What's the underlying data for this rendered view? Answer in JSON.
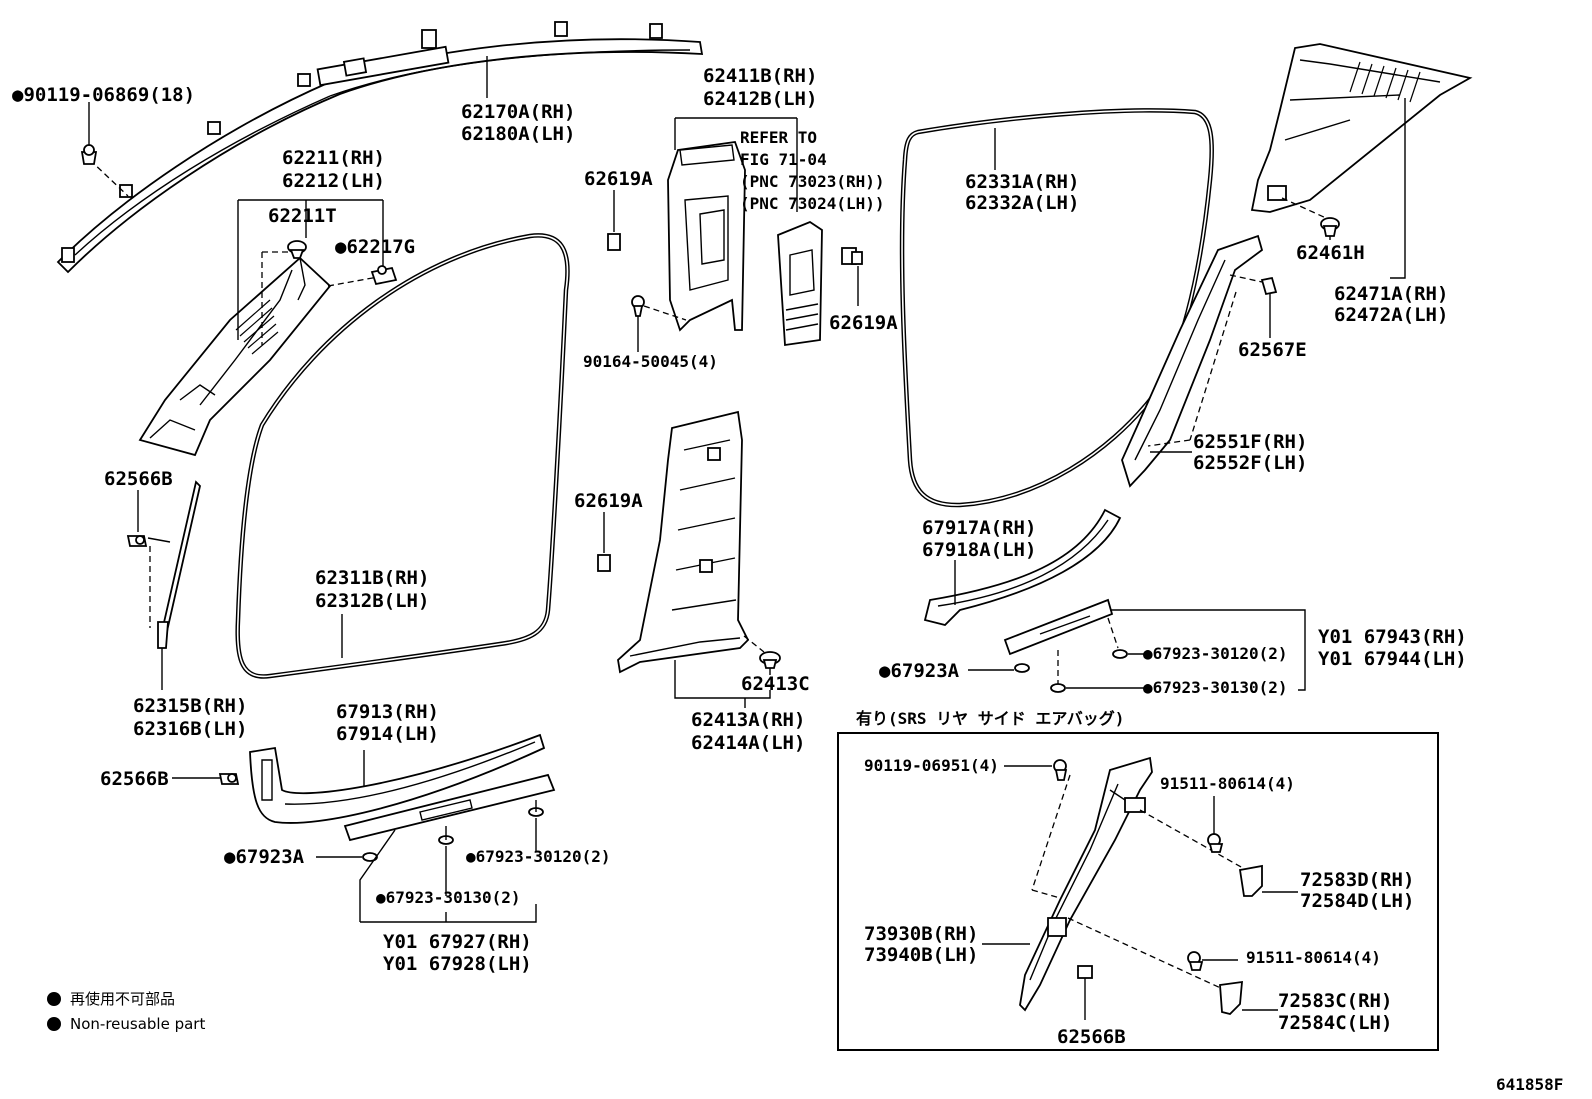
{
  "diagram": {
    "labels": {
      "a_pillar_screw": "●90119-06869(18)",
      "roof_side_airbag_rh": "62170A(RH)",
      "roof_side_airbag_lh": "62180A(LH)",
      "front_pillar_garnish_rh": "62211(RH)",
      "front_pillar_garnish_lh": "62212(LH)",
      "front_pillar_clip_t": "62211T",
      "front_pillar_clip_g": "●62217G",
      "clip_62566b_upper": "62566B",
      "front_door_weatherstrip_rh": "62311B(RH)",
      "front_door_weatherstrip_lh": "62312B(LH)",
      "front_pillar_lower_rh": "62315B(RH)",
      "front_pillar_lower_lh": "62316B(LH)",
      "center_pillar_upper_rh": "62411B(RH)",
      "center_pillar_upper_lh": "62412B(LH)",
      "refer_line1": "REFER TO",
      "refer_line2": "FIG 71-04",
      "refer_line3": "(PNC 73023(RH))",
      "refer_line4": "(PNC 73024(LH))",
      "clip_62619a_upper": "62619A",
      "clip_62619a_right": "62619A",
      "clip_62619a_mid": "62619A",
      "screw_90164": "90164-50045(4)",
      "center_pillar_clip": "62413C",
      "center_pillar_lower_rh": "62413A(RH)",
      "center_pillar_lower_lh": "62414A(LH)",
      "rear_door_weatherstrip_rh": "62331A(RH)",
      "rear_door_weatherstrip_lh": "62332A(LH)",
      "clip_62461h": "62461H",
      "roof_side_garnish_rh": "62471A(RH)",
      "roof_side_garnish_lh": "62472A(LH)",
      "clip_62567e": "62567E",
      "rear_pillar_garnish_rh": "62551F(RH)",
      "rear_pillar_garnish_lh": "62552F(LH)",
      "rear_scuff_rh": "67917A(RH)",
      "rear_scuff_lh": "67918A(LH)",
      "rear_clip_a": "●67923A",
      "rear_clip_30120": "●67923-30120(2)",
      "rear_clip_30130": "●67923-30130(2)",
      "rear_plate_rh": "Y01 67943(RH)",
      "rear_plate_lh": "Y01 67944(LH)",
      "front_scuff_rh": "67913(RH)",
      "front_scuff_lh": "67914(LH)",
      "clip_62566b_lower": "62566B",
      "front_clip_a": "●67923A",
      "front_clip_30120": "●67923-30120(2)",
      "front_clip_30130": "●67923-30130(2)",
      "front_plate_rh": "Y01 67927(RH)",
      "front_plate_lh": "Y01 67928(LH)",
      "box_title": "有り(SRS リヤ サイド エアバッグ)",
      "box_screw_90119": "90119-06951(4)",
      "box_bolt_upper": "91511-80614(4)",
      "box_bolt_lower": "91511-80614(4)",
      "box_bracket_d_rh": "72583D(RH)",
      "box_bracket_d_lh": "72584D(LH)",
      "box_bracket_c_rh": "72583C(RH)",
      "box_bracket_c_lh": "72584C(LH)",
      "box_airbag_rh": "73930B(RH)",
      "box_airbag_lh": "73940B(LH)",
      "box_clip_62566b": "62566B",
      "legend_jp": "再使用不可部品",
      "legend_en": "Non-reusable part",
      "figure_id": "641858F"
    }
  }
}
